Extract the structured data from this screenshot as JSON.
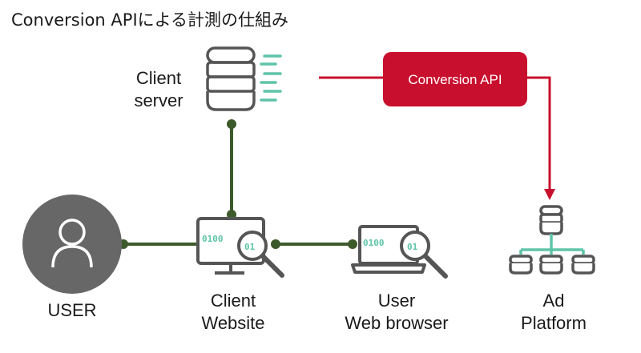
{
  "title": "Conversion APIによる計測の仕組み",
  "nodes": {
    "client_server": {
      "line1": "Client",
      "line2": "server"
    },
    "user": {
      "label": "USER"
    },
    "client_website": {
      "line1": "Client",
      "line2": "Website"
    },
    "web_browser": {
      "line1": "User",
      "line2": "Web browser"
    },
    "ad_platform": {
      "line1": "Ad",
      "line2": "Platform"
    }
  },
  "api_box": {
    "label": "Conversion API"
  },
  "monitor_bits": {
    "website": "0100",
    "website_lens": "01",
    "browser": "0100",
    "browser_lens": "01"
  },
  "colors": {
    "connector": "#3d5a2a",
    "api_red": "#c8102e",
    "icon_gray": "#555555",
    "accent_teal": "#5ec4a8",
    "user_circle": "#676767"
  }
}
